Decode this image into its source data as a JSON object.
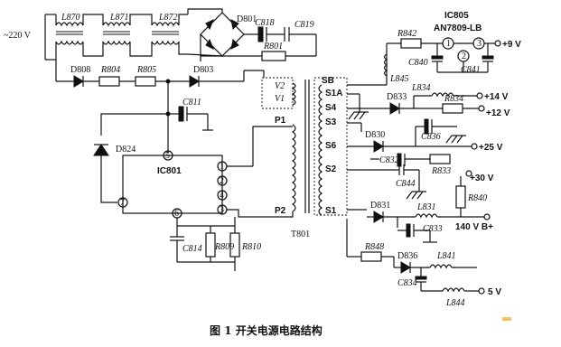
{
  "circuit": {
    "input_voltage": "~220 V",
    "inductors": [
      "L870",
      "L871",
      "L872"
    ],
    "rectifier_bridge": "D801",
    "capacitors": [
      "C818",
      "C819",
      "C811",
      "C814",
      "C840",
      "C841",
      "C836",
      "C833",
      "C844",
      "C832",
      "C834"
    ],
    "resistors": [
      "R801",
      "R804",
      "R805",
      "R809",
      "R810",
      "R842",
      "R834",
      "R833",
      "R848",
      "R840"
    ],
    "diodes": [
      "D808",
      "D803",
      "D824",
      "D833",
      "D830",
      "D831",
      "D836"
    ],
    "regulator": {
      "name": "IC805",
      "part": "AN7809-LB",
      "pins": [
        "1",
        "2",
        "3"
      ]
    },
    "controller": {
      "name": "IC801",
      "pins": [
        "5",
        "1",
        "2",
        "3",
        "4",
        "6",
        "7"
      ]
    },
    "transformer": {
      "name": "T801",
      "primary": [
        "P1",
        "P2"
      ],
      "aux": [
        "V2",
        "V1"
      ],
      "secondary": [
        "S1A",
        "S4",
        "S3",
        "S6",
        "S2",
        "S1",
        "SB"
      ]
    },
    "secondary_inductors": [
      "L845",
      "L834",
      "L831",
      "L841",
      "L844"
    ],
    "outputs": [
      "+9 V",
      "+14 V",
      "+12 V",
      "+25 V",
      "+30 V",
      "140 V B+",
      "5 V"
    ]
  },
  "labels": {
    "ac": "~220 V",
    "L870": "L870",
    "L871": "L871",
    "L872": "L872",
    "D801": "D801",
    "C818": "C818",
    "C819": "C819",
    "R801": "R801",
    "D808": "D808",
    "R804": "R804",
    "R805": "R805",
    "D803": "D803",
    "C811": "C811",
    "D824": "D824",
    "IC801": "IC801",
    "C814": "C814",
    "R809": "R809",
    "R810": "R810",
    "P1": "P1",
    "P2": "P2",
    "V2": "V2",
    "V1": "V1",
    "T801": "T801",
    "SB": "SB",
    "S1A": "S1A",
    "S4": "S4",
    "S3": "S3",
    "S6": "S6",
    "S2": "S2",
    "S1": "S1",
    "IC805": "IC805",
    "AN7809": "AN7809-LB",
    "R842": "R842",
    "L845": "L845",
    "C840": "C840",
    "C841": "C841",
    "p1": "1",
    "p2": "2",
    "p3": "3",
    "out9": "+9 V",
    "L834": "L834",
    "D833": "D833",
    "out14": "+14 V",
    "R834": "R834",
    "out12": "+12 V",
    "D830": "D830",
    "C836": "C836",
    "out25": "+25 V",
    "C832": "C832",
    "R833": "R833",
    "C844": "C844",
    "out30": "+30 V",
    "R840": "R840",
    "D831": "D831",
    "L831": "L831",
    "C833": "C833",
    "out140": "140 V B+",
    "R848": "R848",
    "D836": "D836",
    "L841": "L841",
    "C834": "C834",
    "L844": "L844",
    "out5": "5 V",
    "pin5": "5",
    "pin1": "1",
    "pin2": "2",
    "pin3": "3",
    "pin4": "4",
    "pin6": "6",
    "pin7": "7"
  },
  "caption": "图 1    开关电源电路结构"
}
